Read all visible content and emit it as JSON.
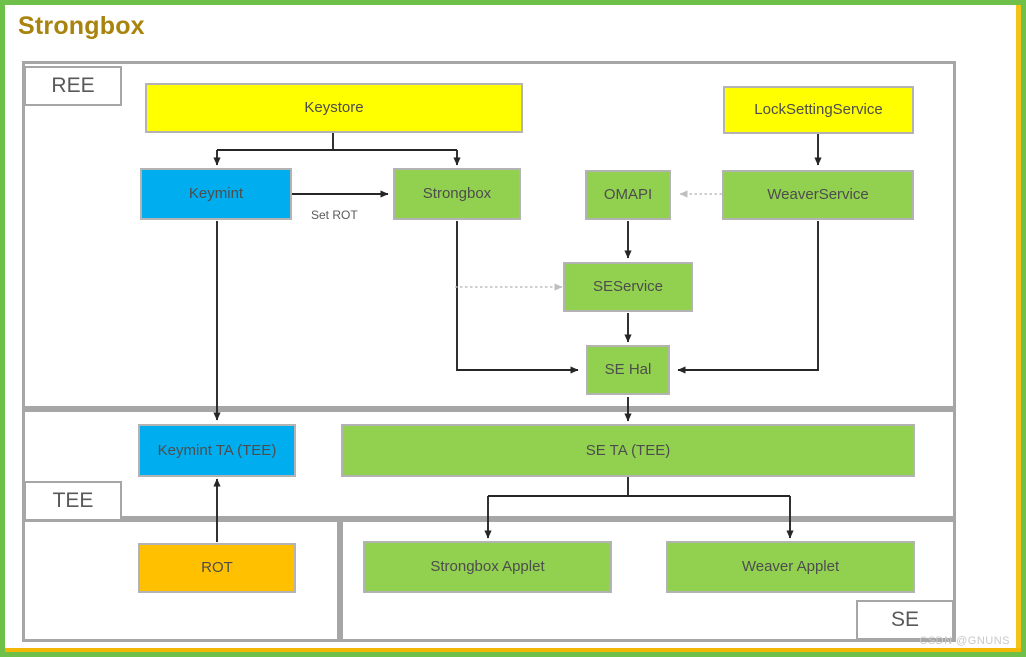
{
  "title": "Strongbox",
  "watermark": "CSDN @GNUNS",
  "zones": {
    "ree": "REE",
    "tee": "TEE",
    "se": "SE"
  },
  "colors": {
    "yellow": "#ffff00",
    "green": "#92d050",
    "blue": "#00aeef",
    "orange": "#ffc000",
    "border_gray": "#a6a6a6",
    "frame_green": "#6ec04b",
    "frame_accent": "#f5c21a",
    "title": "#a8830d",
    "arrow": "#262626",
    "dotted_arrow": "#bfbfbf"
  },
  "nodes": {
    "keystore": "Keystore",
    "lock_setting_service": "LockSettingService",
    "keymint": "Keymint",
    "strongbox": "Strongbox",
    "omapi": "OMAPI",
    "weaver_service": "WeaverService",
    "seservice": "SEService",
    "se_hal": "SE Hal",
    "keymint_ta": "Keymint TA (TEE)",
    "se_ta": "SE TA (TEE)",
    "rot": "ROT",
    "strongbox_applet": "Strongbox Applet",
    "weaver_applet": "Weaver Applet"
  },
  "edges": {
    "set_rot": "Set ROT"
  }
}
